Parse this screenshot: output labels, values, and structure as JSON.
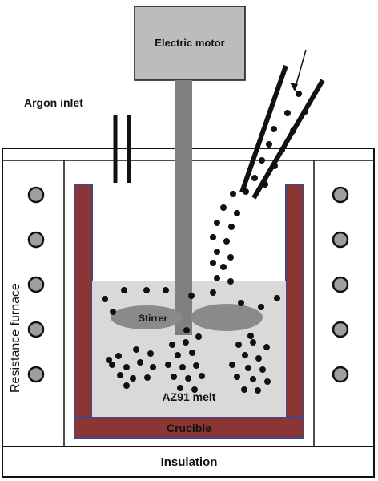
{
  "labels": {
    "motor": "Electric motor",
    "argon": "Argon inlet",
    "furnace": "Resistance furnace",
    "stirrer": "Stirrer",
    "melt": "AZ91 melt",
    "crucible": "Crucible",
    "insulation": "Insulation"
  },
  "colors": {
    "crucible": "#8b3535",
    "crucible_edge": "#3b4a86",
    "melt": "#d9d9d9",
    "motor": "#bcbcbc",
    "shaft": "#7f7f7f",
    "stirrer": "#8a8a8a",
    "heater": "#9e9e9e",
    "particle": "#111111",
    "line": "#111111"
  },
  "heater_count_per_side": 5,
  "icons": {
    "feed_arrow": "arrow-icon",
    "heater": "heating-element-icon",
    "particle": "particle-dot-icon"
  }
}
